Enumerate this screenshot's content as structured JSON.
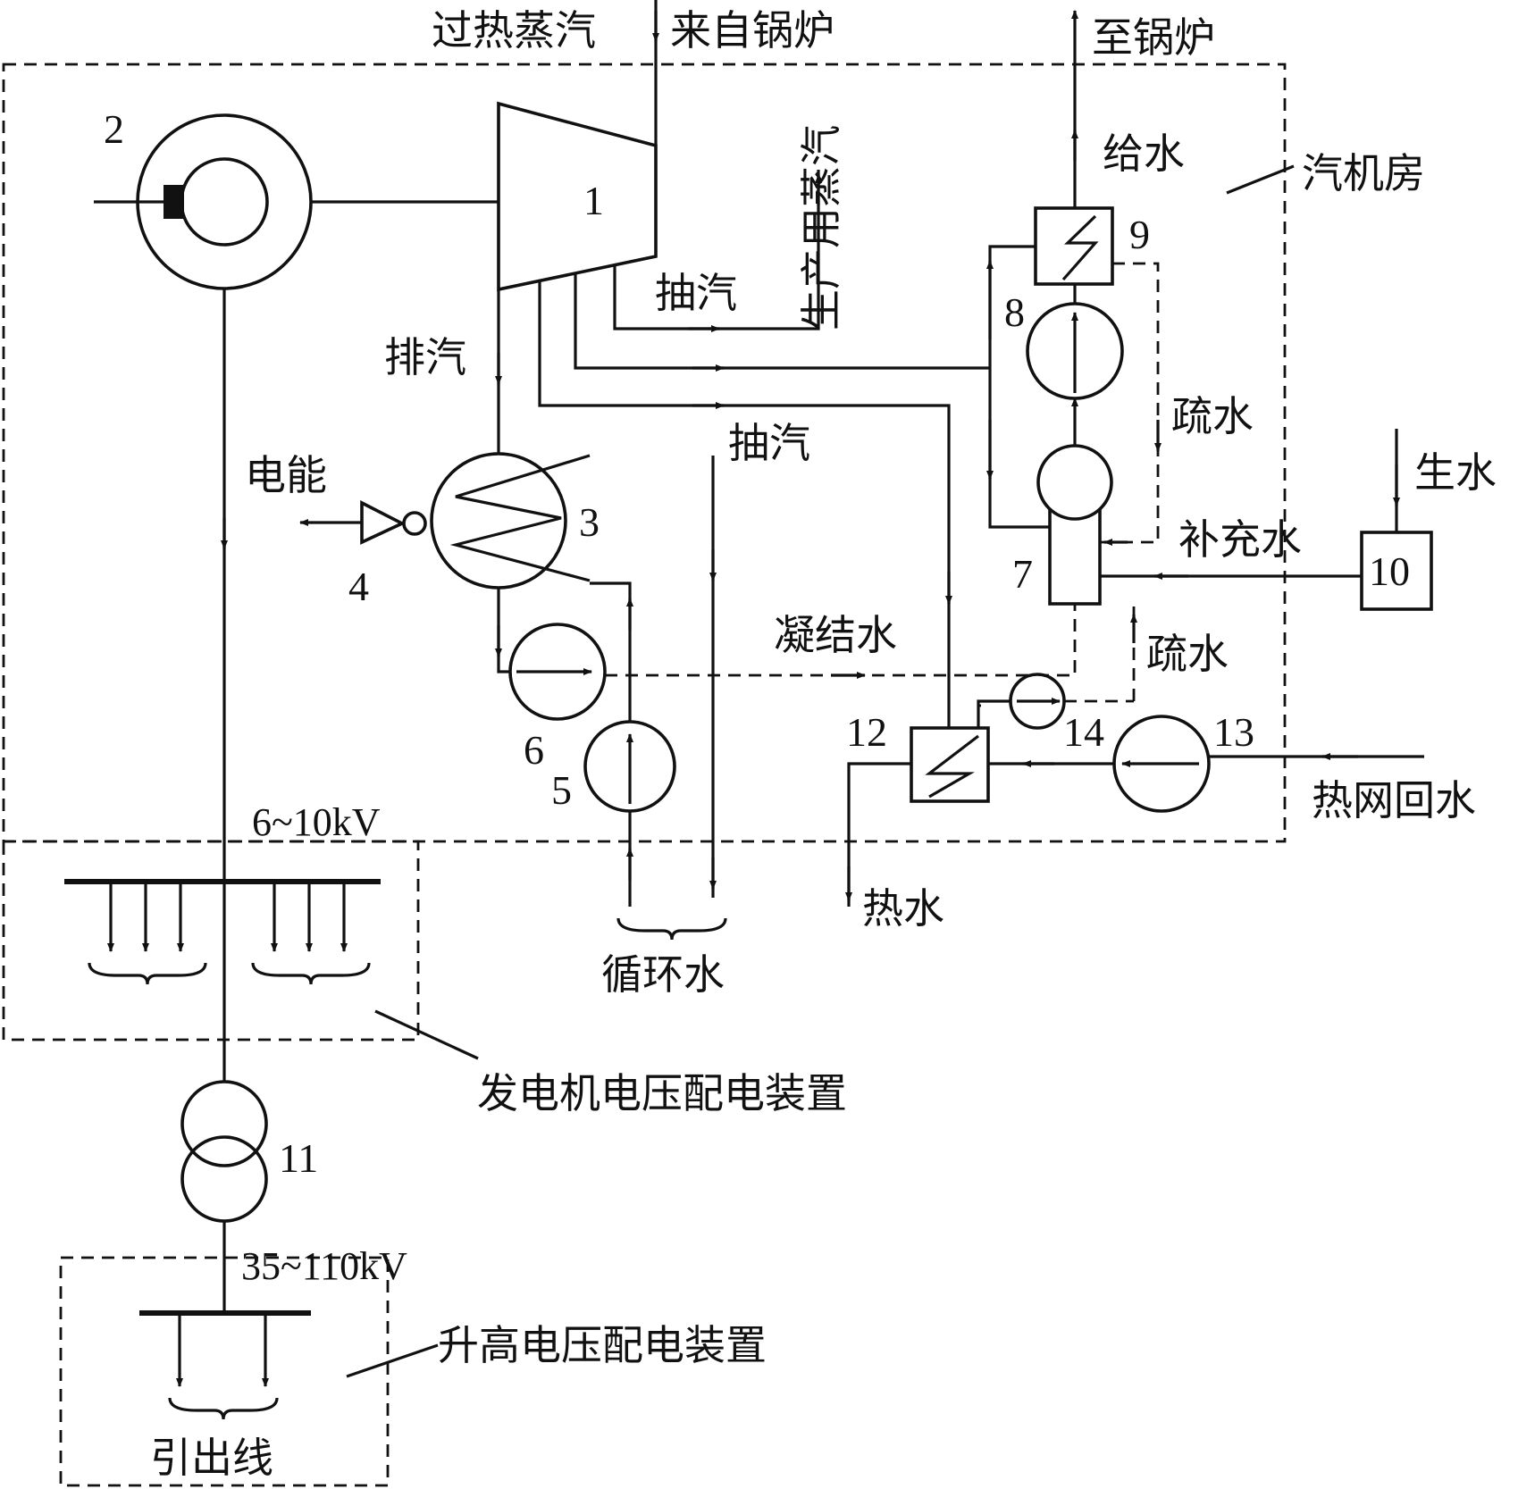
{
  "labels": {
    "superheated_steam": "过热蒸汽",
    "from_boiler": "来自锅炉",
    "to_boiler": "至锅炉",
    "feed_water": "给水",
    "turbine_room": "汽机房",
    "production_steam": "生产用蒸汽",
    "extraction_1": "抽汽",
    "extraction_2": "抽汽",
    "exhaust": "排汽",
    "drain_1": "疏水",
    "drain_2": "疏水",
    "electric_energy": "电能",
    "raw_water": "生水",
    "makeup_water": "补充水",
    "condensate": "凝结水",
    "hot_water": "热水",
    "heat_network_return": "热网回水",
    "circulating_water": "循环水",
    "generator_voltage_switchgear": "发电机电压配电装置",
    "step_up_switchgear": "升高电压配电装置",
    "outgoing_lines": "引出线",
    "voltage_low": "6~10kV",
    "voltage_high": "35~110kV"
  },
  "numbers": {
    "n1": "1",
    "n2": "2",
    "n3": "3",
    "n4": "4",
    "n5": "5",
    "n6": "6",
    "n7": "7",
    "n8": "8",
    "n9": "9",
    "n10": "10",
    "n11": "11",
    "n12": "12",
    "n13": "13",
    "n14": "14"
  }
}
